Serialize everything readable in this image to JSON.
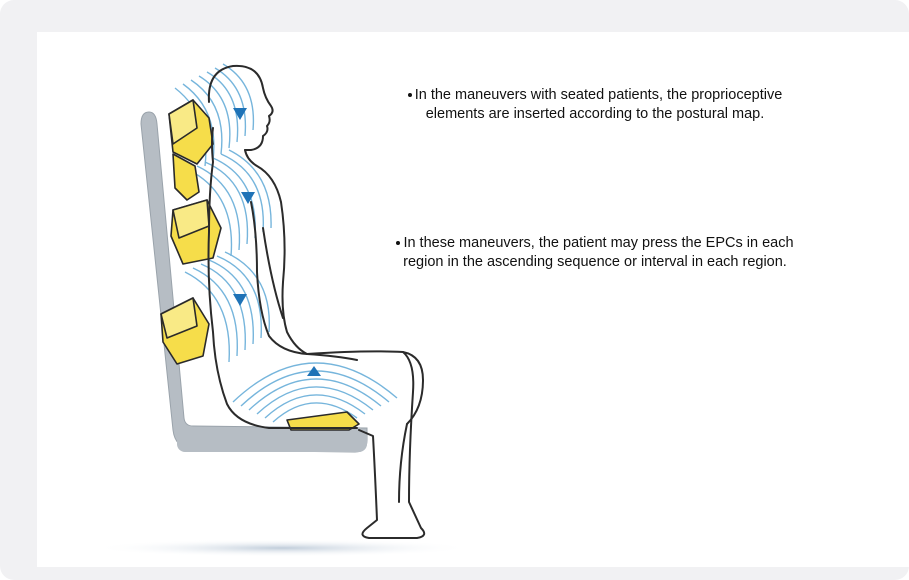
{
  "notes": [
    {
      "line1": "In the maneuvers with seated patients, the proprioceptive",
      "line2": "elements are inserted according to the postural map."
    },
    {
      "line1": "In these maneuvers, the patient may press the EPCs in each",
      "line2": "region in the ascending sequence or interval in each region."
    }
  ],
  "colors": {
    "chair": "#b6bdc4",
    "epc_fill": "#f6dd4a",
    "epc_outline": "#2a2a2a",
    "wave": "#5fa9d6",
    "arrow": "#1f73b7",
    "figure_outline": "#2b2b2b",
    "shadow": "#c9d3de"
  }
}
